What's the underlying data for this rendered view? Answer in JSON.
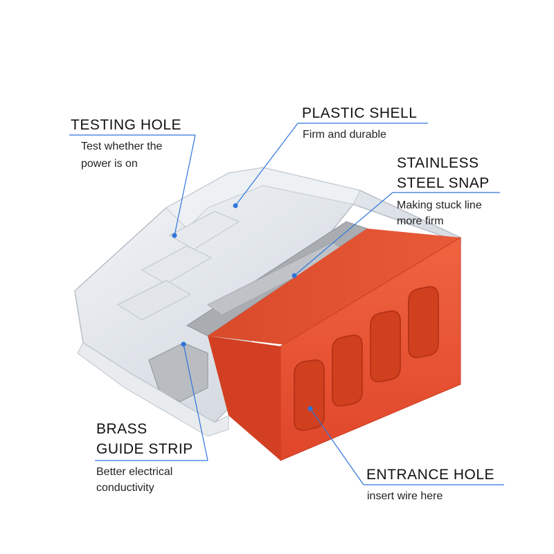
{
  "callouts": {
    "testing_hole": {
      "title": "TESTING HOLE",
      "desc": [
        "Test whether the",
        "power is on"
      ]
    },
    "plastic_shell": {
      "title": "PLASTIC SHELL",
      "desc": [
        "Firm and durable"
      ]
    },
    "stainless_snap": {
      "title": [
        "STAINLESS",
        "STEEL SNAP"
      ],
      "desc": [
        "Making stuck line",
        "more firm"
      ]
    },
    "brass_strip": {
      "title": [
        "BRASS",
        "GUIDE STRIP"
      ],
      "desc": [
        "Better electrical",
        "conductivity"
      ]
    },
    "entrance_hole": {
      "title": "ENTRANCE HOLE",
      "desc": [
        "insert wire here"
      ]
    }
  },
  "colors": {
    "leader": "#2e74d9",
    "body_red": "#e8502e",
    "shell_clear": "#dfe3e8"
  }
}
